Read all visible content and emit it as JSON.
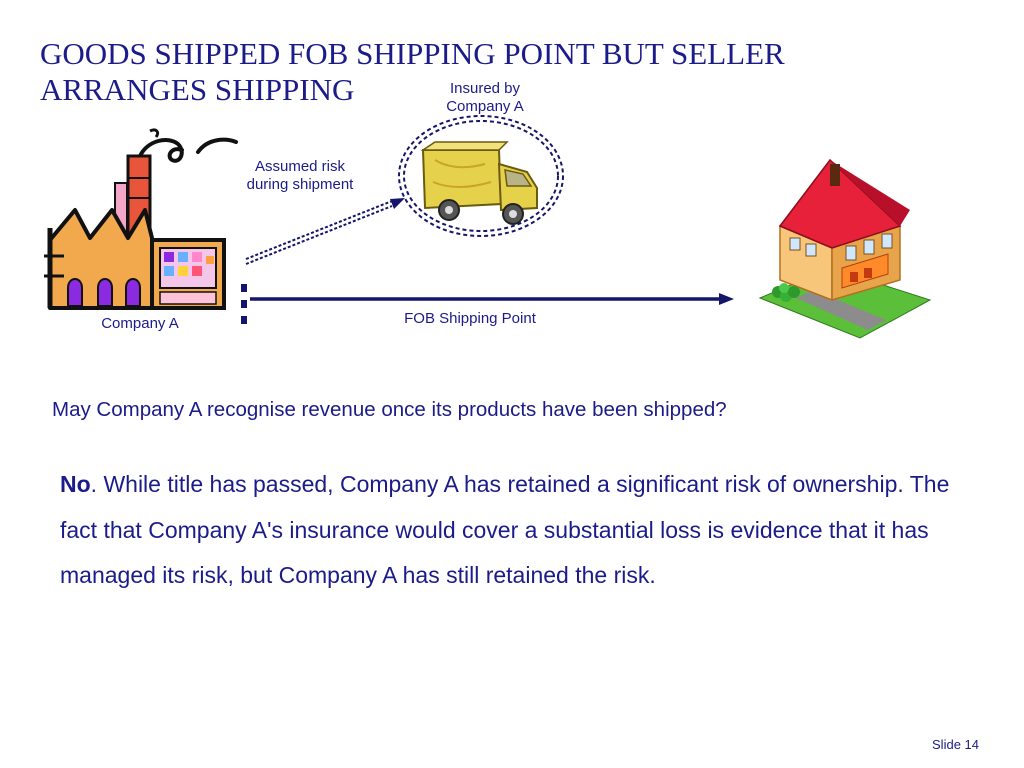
{
  "slide": {
    "title": "GOODS SHIPPED FOB SHIPPING POINT BUT SELLER ARRANGES SHIPPING",
    "number_label": "Slide 14"
  },
  "diagram": {
    "insured_label_line1": "Insured by",
    "insured_label_line2": "Company A",
    "assumed_label_line1": "Assumed risk",
    "assumed_label_line2": "during shipment",
    "company_label": "Company A",
    "fob_label": "FOB Shipping Point",
    "icons": [
      "factory-icon",
      "truck-icon",
      "house-icon"
    ]
  },
  "content": {
    "question": "May Company A recognise revenue once its products have been shipped?",
    "answer_lead": "No",
    "answer_body": ". While title has passed, Company A has retained a significant risk of ownership. The fact that Company A's insurance would cover a substantial loss is evidence that it has managed its risk, but Company A has still retained the risk."
  },
  "colors": {
    "text": "#1b1b8a",
    "arrow": "#15156b",
    "roof": "#e8213a",
    "factory": "#f2a94e"
  }
}
